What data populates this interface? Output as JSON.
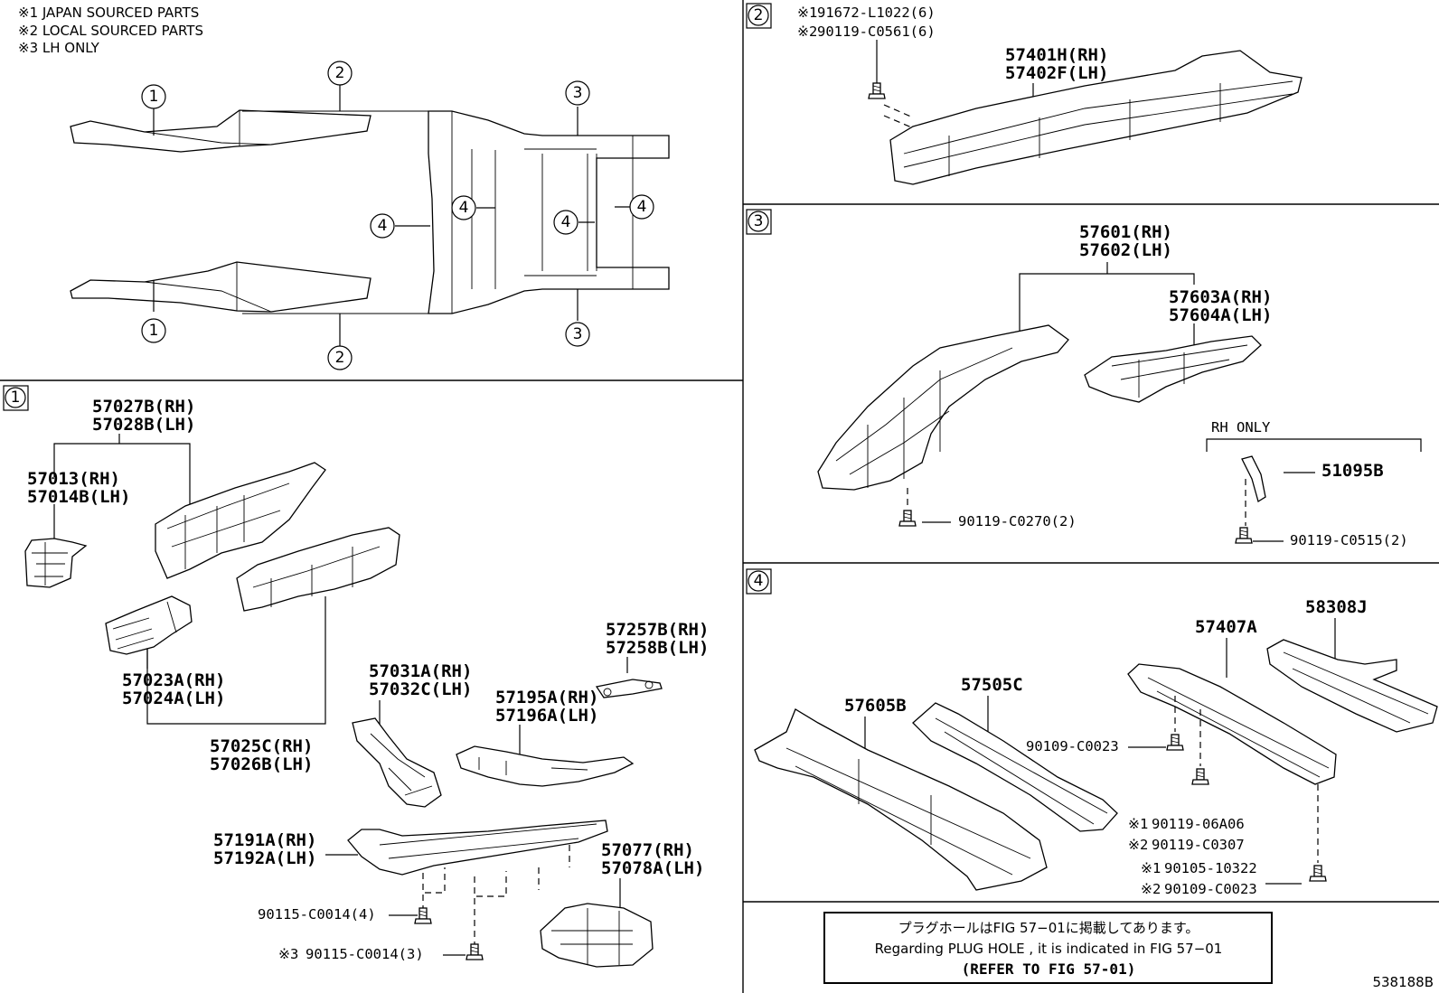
{
  "notes": {
    "n1": "※1 JAPAN SOURCED PARTS",
    "n2": "※2 LOCAL SOURCED PARTS",
    "n3": "※3 LH ONLY"
  },
  "overview": {
    "callouts": [
      "1",
      "2",
      "3",
      "4"
    ]
  },
  "section1": {
    "badge": "1",
    "parts": {
      "p57027": [
        "57027B(RH)",
        "57028B(LH)"
      ],
      "p57013": [
        "57013(RH)",
        "57014B(LH)"
      ],
      "p57023": [
        "57023A(RH)",
        "57024A(LH)"
      ],
      "p57025": [
        "57025C(RH)",
        "57026B(LH)"
      ],
      "p57031": [
        "57031A(RH)",
        "57032C(LH)"
      ],
      "p57257": [
        "57257B(RH)",
        "57258B(LH)"
      ],
      "p57195": [
        "57195A(RH)",
        "57196A(LH)"
      ],
      "p57191": [
        "57191A(RH)",
        "57192A(LH)"
      ],
      "p57077": [
        "57077(RH)",
        "57078A(LH)"
      ],
      "bolt1": "90115-C0014(4)",
      "bolt2_mark": "※3",
      "bolt2": "90115-C0014(3)"
    }
  },
  "section2": {
    "badge": "2",
    "bolt1_mark": "※1",
    "bolt1": "91672-L1022(6)",
    "bolt2_mark": "※2",
    "bolt2": "90119-C0561(6)",
    "part": [
      "57401H(RH)",
      "57402F(LH)"
    ]
  },
  "section3": {
    "badge": "3",
    "part_a": [
      "57601(RH)",
      "57602(LH)"
    ],
    "part_b": [
      "57603A(RH)",
      "57604A(LH)"
    ],
    "rh_only": "RH ONLY",
    "part_c": "51095B",
    "bolt1": "90119-C0270(2)",
    "bolt2": "90119-C0515(2)"
  },
  "section4": {
    "badge": "4",
    "p58308": "58308J",
    "p57407": "57407A",
    "p57505": "57505C",
    "p57605": "57605B",
    "bolt_a": "90109-C0023",
    "bolt_b1_mark": "※1",
    "bolt_b1": "90119-06A06",
    "bolt_b2_mark": "※2",
    "bolt_b2": "90119-C0307",
    "bolt_c1_mark": "※1",
    "bolt_c1": "90105-10322",
    "bolt_c2_mark": "※2",
    "bolt_c2": "90109-C0023"
  },
  "plug_note": {
    "line_jp": "プラグホールはFIG 57−01に掲載してあります。",
    "line_en": "Regarding  PLUG  HOLE , it is indicated in FIG  57−01",
    "line_ref": "(REFER  TO  FIG  57-01)"
  },
  "figure_id": "538188B"
}
